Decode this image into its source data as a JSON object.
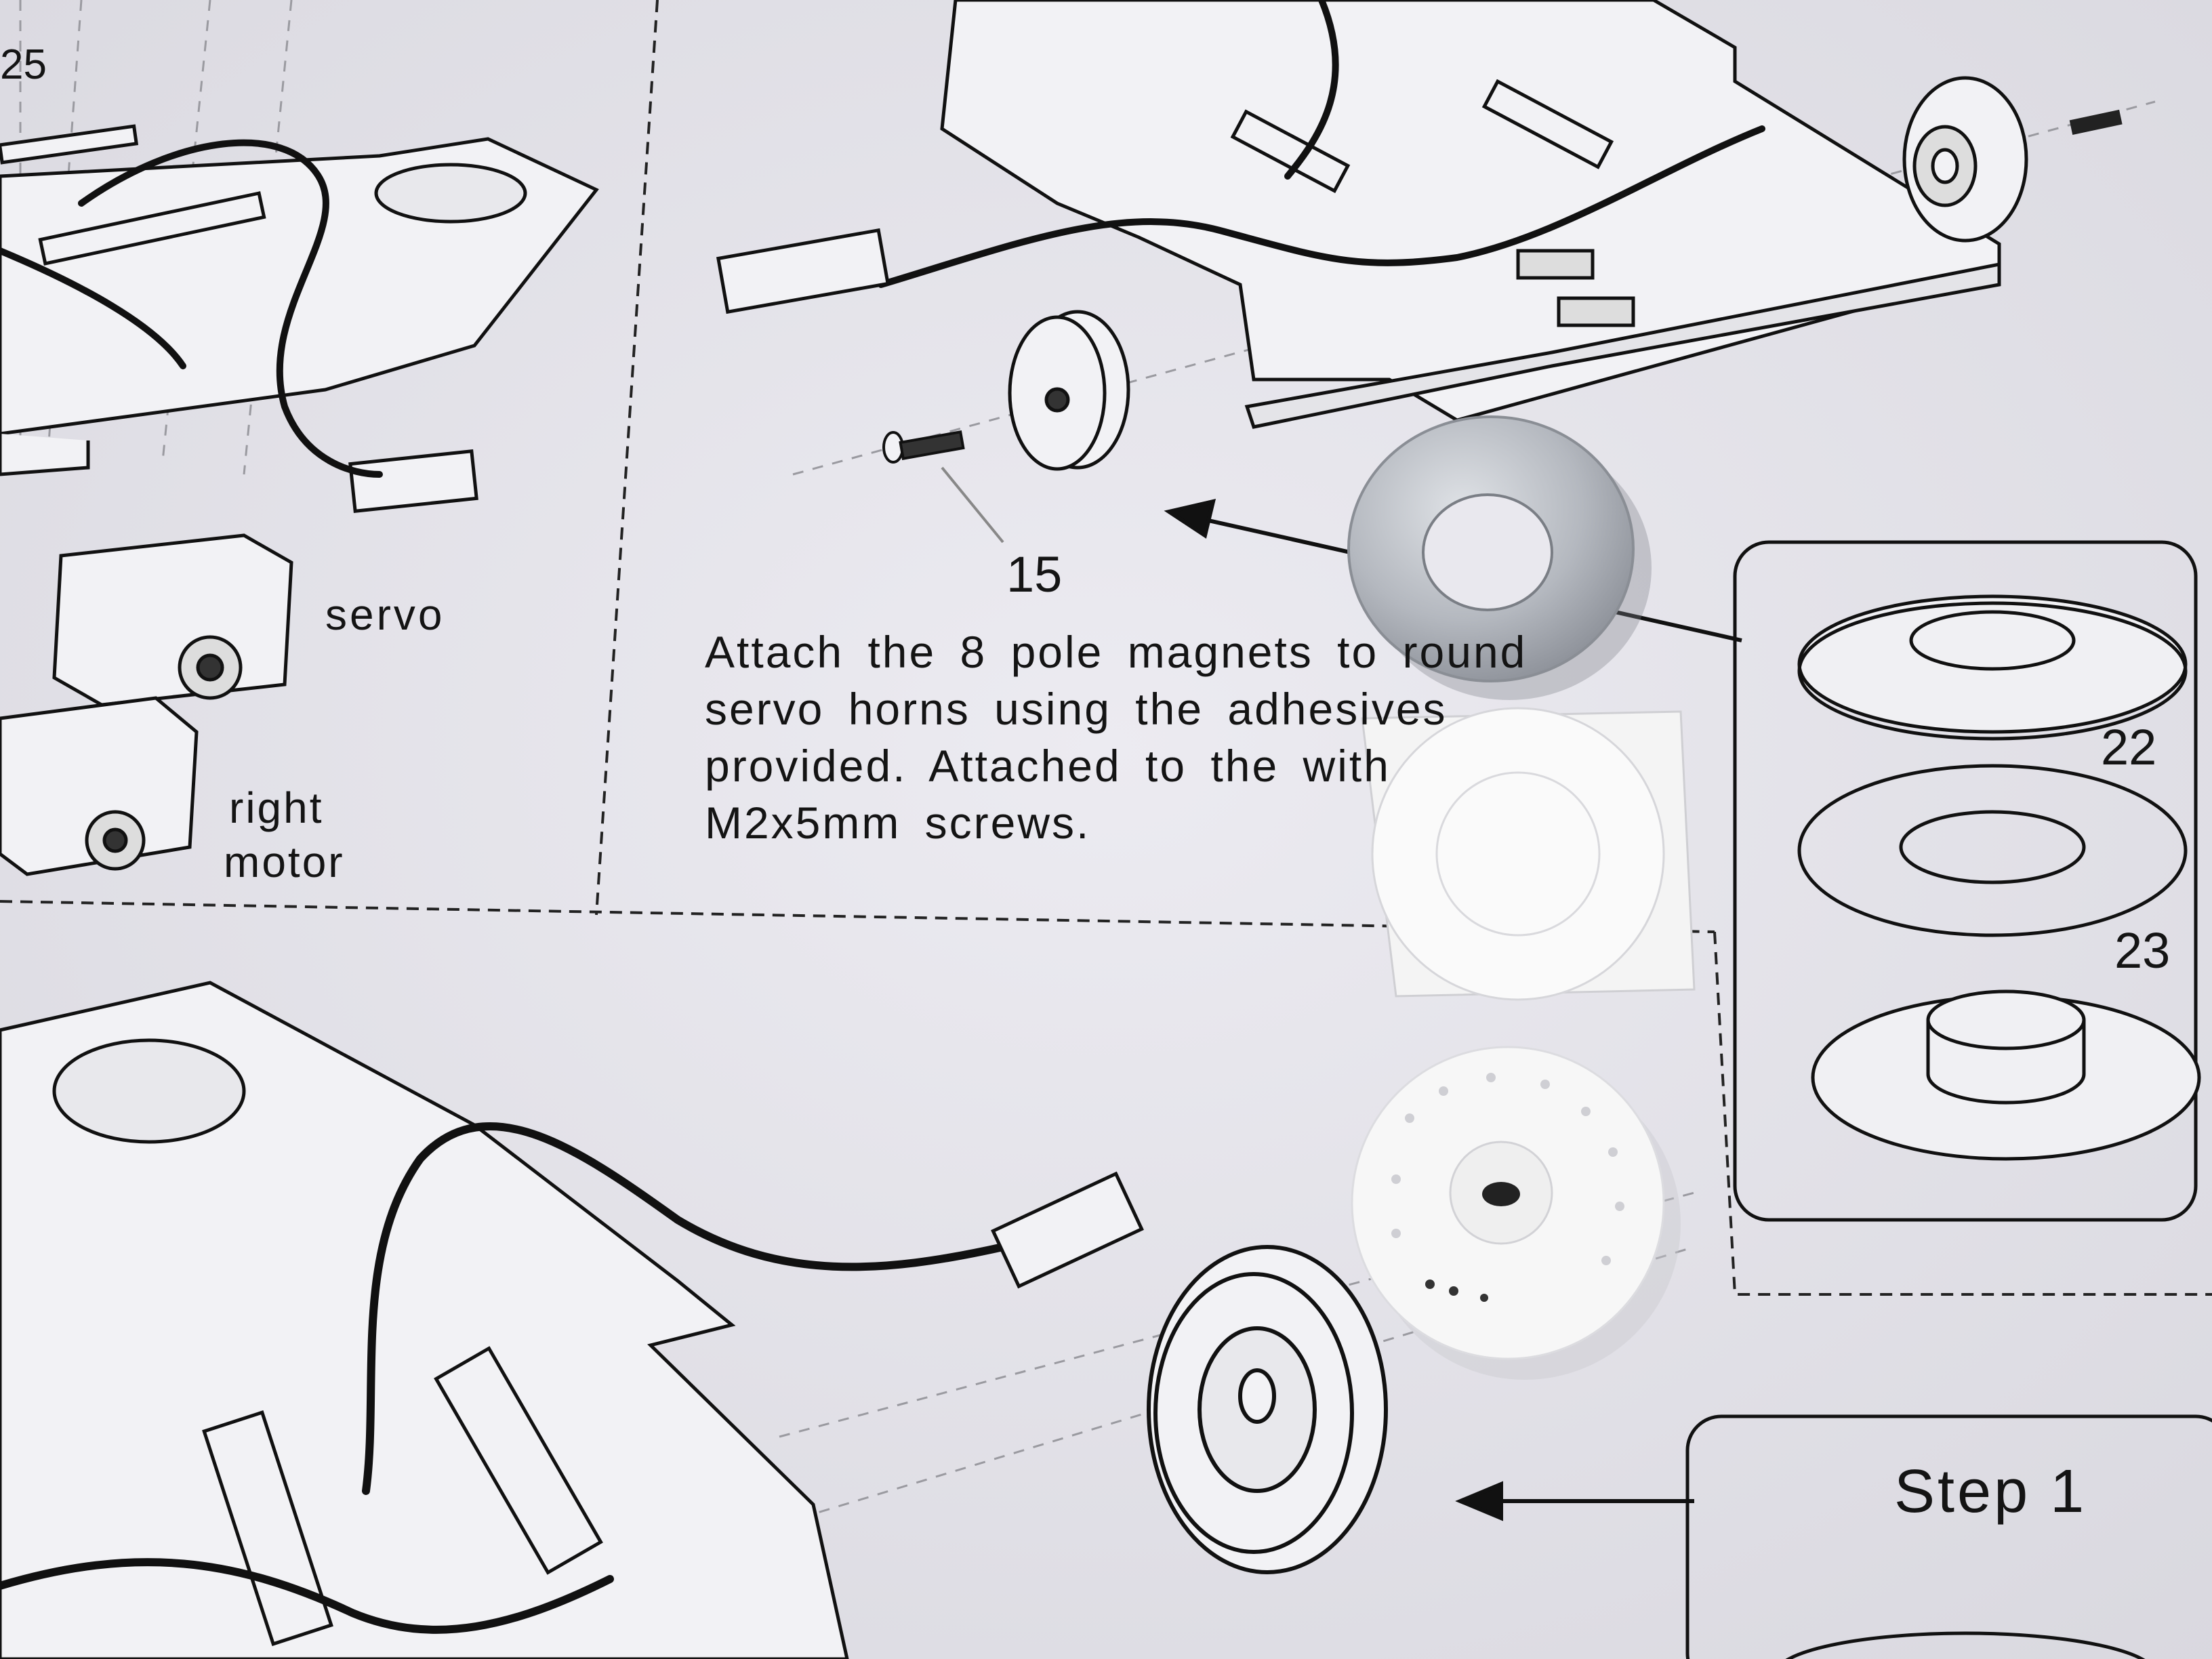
{
  "labels": {
    "part_25": "25",
    "part_15": "15",
    "part_22": "22",
    "part_23": "23",
    "servo": "servo",
    "right": "right",
    "motor": "motor",
    "step": "Step 1"
  },
  "instruction_lines": [
    "Attach the 8 pole magnets to round",
    "servo horns using the adhesives",
    "provided. Attached to the  with",
    "M2x5mm screws."
  ],
  "colors": {
    "paper": "#e7e6ec",
    "ink": "#141414",
    "magnet": "#b9bcc2",
    "adhesive": "#f2f2f2",
    "horn": "#f7f7f7"
  },
  "objects": [
    "magnet-washer",
    "adhesive-pad",
    "servo-horn"
  ]
}
